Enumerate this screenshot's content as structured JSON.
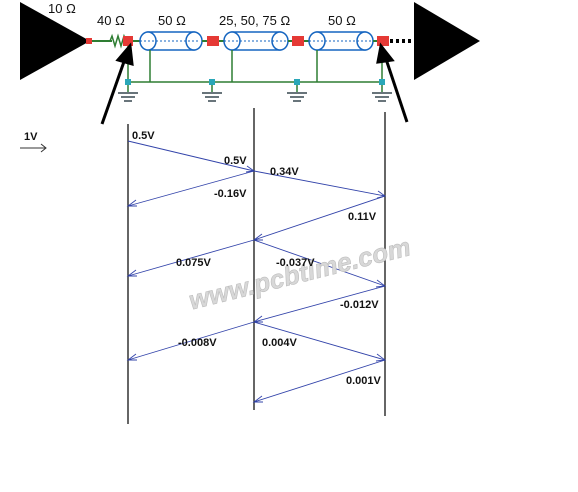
{
  "circuit": {
    "source_impedance": "10 Ω",
    "series_resistor": "40 Ω",
    "segment_1": "50 Ω",
    "segment_2": "25, 50, 75 Ω",
    "segment_3": "50 Ω"
  },
  "incident": {
    "label": "1V"
  },
  "watermark": "www.pcbtime.com",
  "reflections": [
    "0.5V",
    "0.5V",
    "0.34V",
    "-0.16V",
    "0.11V",
    "0.075V",
    "-0.037V",
    "-0.012V",
    "-0.008V",
    "0.004V",
    "0.001V"
  ],
  "colors": {
    "wire": "#2e7d32",
    "line_body": "#1565c0",
    "connector": "#e53935",
    "ground": "#37474f",
    "lattice": "#3344aa",
    "triangle": "#000000"
  }
}
